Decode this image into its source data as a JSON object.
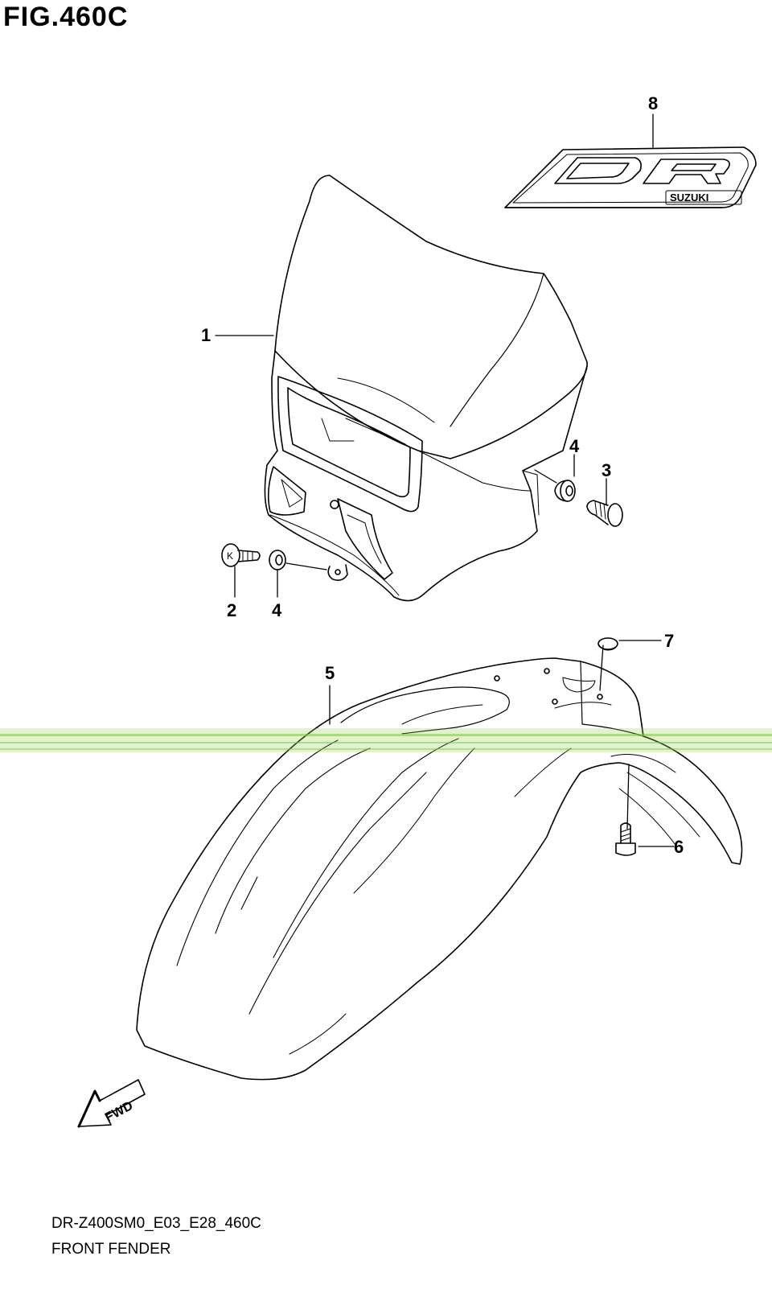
{
  "figure": {
    "title": "FIG.460C",
    "model_code": "DR-Z400SM0_E03_E28_460C",
    "section_name": "FRONT FENDER"
  },
  "callouts": {
    "c1": "1",
    "c2": "2",
    "c3": "3",
    "c4a": "4",
    "c4b": "4",
    "c5": "5",
    "c6": "6",
    "c7": "7",
    "c8": "8"
  },
  "decal": {
    "logo_text": "DR",
    "brand_text": "SUZUKI"
  },
  "direction_marker": {
    "label": "FWD"
  },
  "colors": {
    "line": "#000000",
    "background": "#ffffff",
    "scan_artifact": "#8fd14f"
  },
  "icons": {
    "direction": "fwd-arrow-icon"
  }
}
